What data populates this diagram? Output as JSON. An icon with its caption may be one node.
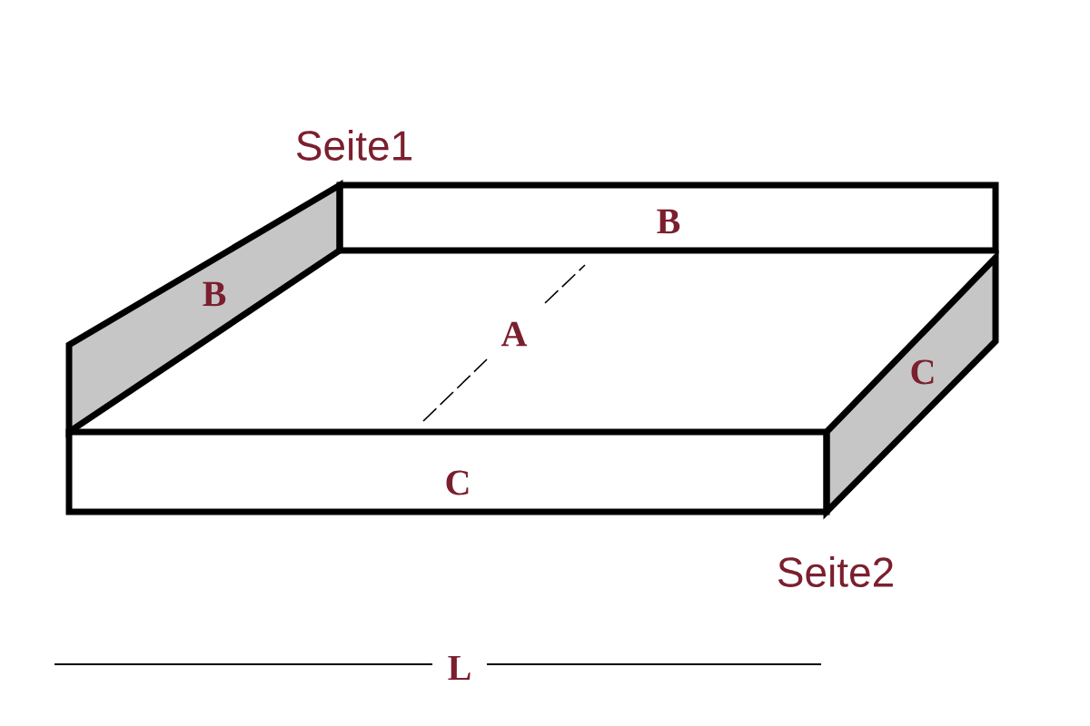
{
  "diagram": {
    "labels": [
      "Seite1",
      "B",
      "B",
      "A",
      "C",
      "C",
      "Seite2",
      "L"
    ]
  }
}
